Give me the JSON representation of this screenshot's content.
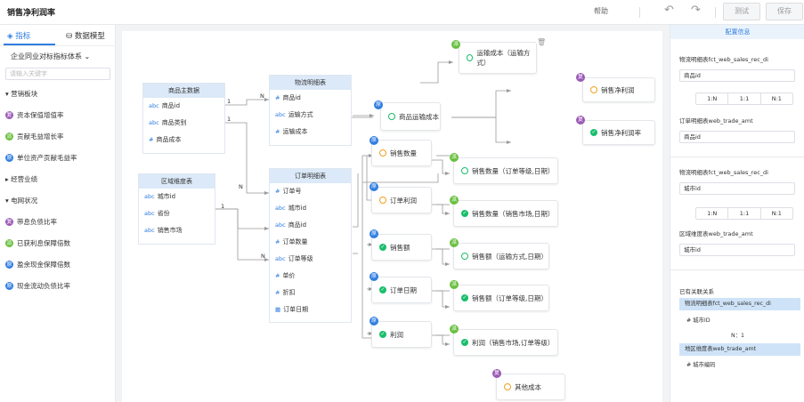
{
  "header": {
    "title": "销售净利润率",
    "help": "帮助",
    "test": "测试",
    "save": "保存"
  },
  "sidebar": {
    "tab_metrics": "指标",
    "tab_model": "数据模型",
    "selector": "企业同业对标指标体系",
    "search_placeholder": "请输入关键字",
    "group1": "营销板块",
    "items1": [
      {
        "label": "资本保值增值率",
        "color": "#9b59b6",
        "glyph": "复"
      },
      {
        "label": "贡献毛益增长率",
        "color": "#6abf40",
        "glyph": "派"
      },
      {
        "label": "单位资产贡献毛益率",
        "color": "#2f7de1",
        "glyph": "原"
      }
    ],
    "group2": "经营业绩",
    "group3": "电网状况",
    "items3": [
      {
        "label": "带息负债比率",
        "color": "#9b59b6",
        "glyph": "复"
      },
      {
        "label": "已获利息保障倍数",
        "color": "#6abf40",
        "glyph": "派"
      },
      {
        "label": "盈余现金保障倍数",
        "color": "#2f7de1",
        "glyph": "原"
      },
      {
        "label": "现金流动负债比率",
        "color": "#2f7de1",
        "glyph": "原"
      }
    ]
  },
  "tables": {
    "product": {
      "title": "商品主数据",
      "fields": [
        {
          "t": "abc",
          "n": "商品id"
        },
        {
          "t": "abc",
          "n": "商品类别"
        },
        {
          "t": "#",
          "n": "商品成本"
        }
      ]
    },
    "region": {
      "title": "区域维度表",
      "fields": [
        {
          "t": "abc",
          "n": "城市id"
        },
        {
          "t": "abc",
          "n": "省份"
        },
        {
          "t": "abc",
          "n": "销售市场"
        }
      ]
    },
    "logistics": {
      "title": "物流明细表",
      "fields": [
        {
          "t": "#",
          "n": "商品id"
        },
        {
          "t": "abc",
          "n": "运输方式"
        },
        {
          "t": "#",
          "n": "运输成本"
        }
      ]
    },
    "order": {
      "title": "订单明细表",
      "fields": [
        {
          "t": "#",
          "n": "订单号"
        },
        {
          "t": "abc",
          "n": "城市id"
        },
        {
          "t": "abc",
          "n": "商品id"
        },
        {
          "t": "#",
          "n": "订单数量"
        },
        {
          "t": "abc",
          "n": "订单等级"
        },
        {
          "t": "#",
          "n": "单价"
        },
        {
          "t": "#",
          "n": "折扣"
        },
        {
          "t": "▦",
          "n": "订单日期"
        }
      ]
    }
  },
  "relations": [
    "1",
    "N",
    "1",
    "N",
    "1",
    "N"
  ],
  "nodes": {
    "transport": "运输成本（运输方式）",
    "gross": "销售净利润",
    "net": "销售净利润率",
    "prod_cost": "商品运输成本",
    "qty": "销售数量",
    "qty_lvl": "销售数量（订单等级,日期）",
    "profit_order": "订单利润",
    "qty_mkt": "销售数量（销售市场,日期）",
    "amt": "销售额",
    "amt_tr": "销售额（运输方式,日期）",
    "odate": "订单日期",
    "amt_lvl": "销售额（订单等级,日期）",
    "profit": "利润",
    "profit_mkt": "利润（销售市场,订单等级）",
    "other": "其他成本"
  },
  "right_panel": {
    "title": "配置信息",
    "lbl1": "物流明细表fct_web_sales_rec_di",
    "val1": "商品id",
    "seg": [
      "1:N",
      "1:1",
      "N:1"
    ],
    "lbl2": "订单明细表web_trade_amt",
    "val2": "商品id",
    "lbl3": "物流明细表fct_web_sales_rec_di",
    "val3": "城市id",
    "lbl4": "区域维度表web_trade_amt",
    "val4": "城市id",
    "related": "已有关联关系",
    "rel1_h": "物流明细表fct_web_sales_rec_di",
    "rel1_i": "#  城市ID",
    "rel_mid": "N：1",
    "rel2_h": "地区维度表web_trade_amt",
    "rel2_i": "#  城市编码"
  }
}
